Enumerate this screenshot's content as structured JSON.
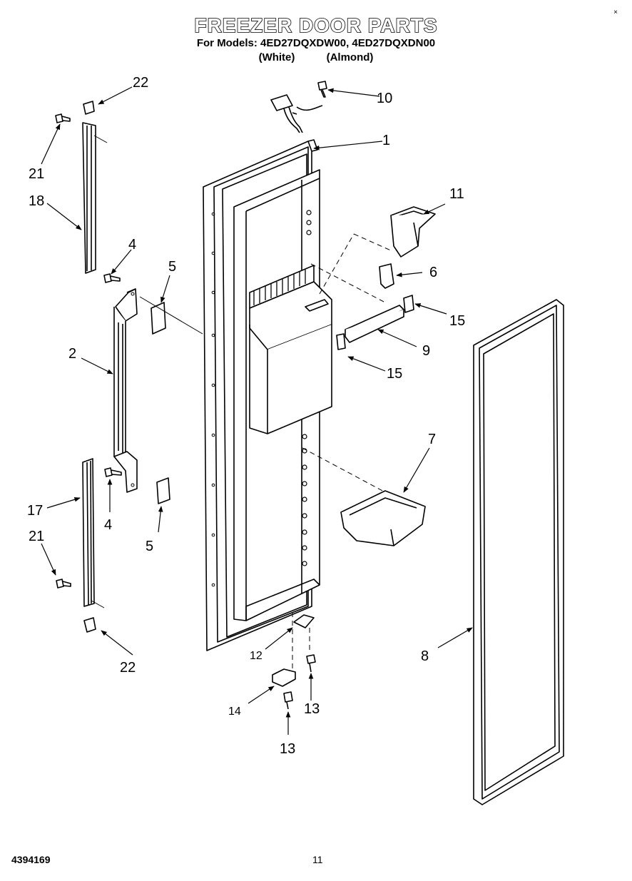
{
  "header": {
    "title": "FREEZER DOOR PARTS",
    "models_line": "For Models: 4ED27DQXDW00, 4ED27DQXDN00",
    "variant_white": "(White)",
    "variant_almond": "(Almond)",
    "corner_mark": "×"
  },
  "footer": {
    "document_number": "4394169",
    "page_number": "11"
  },
  "callouts": {
    "c1": "1",
    "c2": "2",
    "c4a": "4",
    "c4b": "4",
    "c5a": "5",
    "c5b": "5",
    "c6": "6",
    "c7": "7",
    "c8": "8",
    "c9": "9",
    "c10": "10",
    "c11": "11",
    "c12": "12",
    "c13a": "13",
    "c13b": "13",
    "c14": "14",
    "c15a": "15",
    "c15b": "15",
    "c17": "17",
    "c18": "18",
    "c21a": "21",
    "c21b": "21",
    "c22a": "22",
    "c22b": "22"
  }
}
